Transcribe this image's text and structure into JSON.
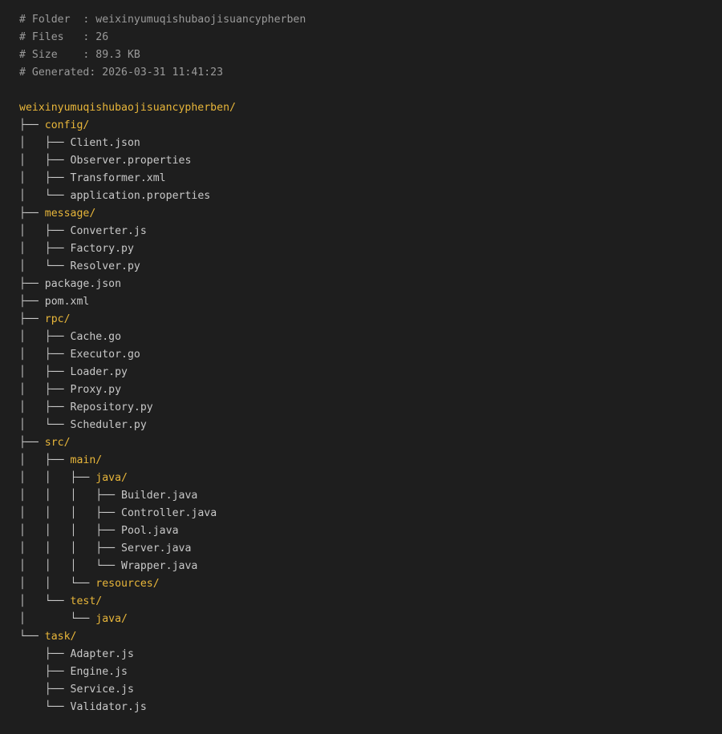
{
  "header": {
    "folder": "# Folder  : weixinyumuqishubaojisuancypherben",
    "files": "# Files   : 26",
    "size": "# Size    : 89.3 KB",
    "generated": "# Generated: 2026-03-31 11:41:23"
  },
  "tree": {
    "root": "weixinyumuqishubaojisuancypherben/",
    "items": [
      {
        "prefix": "├── ",
        "name": "config/",
        "dir": true
      },
      {
        "prefix": "│   ├── ",
        "name": "Client.json",
        "dir": false
      },
      {
        "prefix": "│   ├── ",
        "name": "Observer.properties",
        "dir": false
      },
      {
        "prefix": "│   ├── ",
        "name": "Transformer.xml",
        "dir": false
      },
      {
        "prefix": "│   └── ",
        "name": "application.properties",
        "dir": false
      },
      {
        "prefix": "├── ",
        "name": "message/",
        "dir": true
      },
      {
        "prefix": "│   ├── ",
        "name": "Converter.js",
        "dir": false
      },
      {
        "prefix": "│   ├── ",
        "name": "Factory.py",
        "dir": false
      },
      {
        "prefix": "│   └── ",
        "name": "Resolver.py",
        "dir": false
      },
      {
        "prefix": "├── ",
        "name": "package.json",
        "dir": false
      },
      {
        "prefix": "├── ",
        "name": "pom.xml",
        "dir": false
      },
      {
        "prefix": "├── ",
        "name": "rpc/",
        "dir": true
      },
      {
        "prefix": "│   ├── ",
        "name": "Cache.go",
        "dir": false
      },
      {
        "prefix": "│   ├── ",
        "name": "Executor.go",
        "dir": false
      },
      {
        "prefix": "│   ├── ",
        "name": "Loader.py",
        "dir": false
      },
      {
        "prefix": "│   ├── ",
        "name": "Proxy.py",
        "dir": false
      },
      {
        "prefix": "│   ├── ",
        "name": "Repository.py",
        "dir": false
      },
      {
        "prefix": "│   └── ",
        "name": "Scheduler.py",
        "dir": false
      },
      {
        "prefix": "├── ",
        "name": "src/",
        "dir": true
      },
      {
        "prefix": "│   ├── ",
        "name": "main/",
        "dir": true
      },
      {
        "prefix": "│   │   ├── ",
        "name": "java/",
        "dir": true
      },
      {
        "prefix": "│   │   │   ├── ",
        "name": "Builder.java",
        "dir": false
      },
      {
        "prefix": "│   │   │   ├── ",
        "name": "Controller.java",
        "dir": false
      },
      {
        "prefix": "│   │   │   ├── ",
        "name": "Pool.java",
        "dir": false
      },
      {
        "prefix": "│   │   │   ├── ",
        "name": "Server.java",
        "dir": false
      },
      {
        "prefix": "│   │   │   └── ",
        "name": "Wrapper.java",
        "dir": false
      },
      {
        "prefix": "│   │   └── ",
        "name": "resources/",
        "dir": true
      },
      {
        "prefix": "│   └── ",
        "name": "test/",
        "dir": true
      },
      {
        "prefix": "│       └── ",
        "name": "java/",
        "dir": true
      },
      {
        "prefix": "└── ",
        "name": "task/",
        "dir": true
      },
      {
        "prefix": "    ├── ",
        "name": "Adapter.js",
        "dir": false
      },
      {
        "prefix": "    ├── ",
        "name": "Engine.js",
        "dir": false
      },
      {
        "prefix": "    ├── ",
        "name": "Service.js",
        "dir": false
      },
      {
        "prefix": "    └── ",
        "name": "Validator.js",
        "dir": false
      }
    ]
  }
}
